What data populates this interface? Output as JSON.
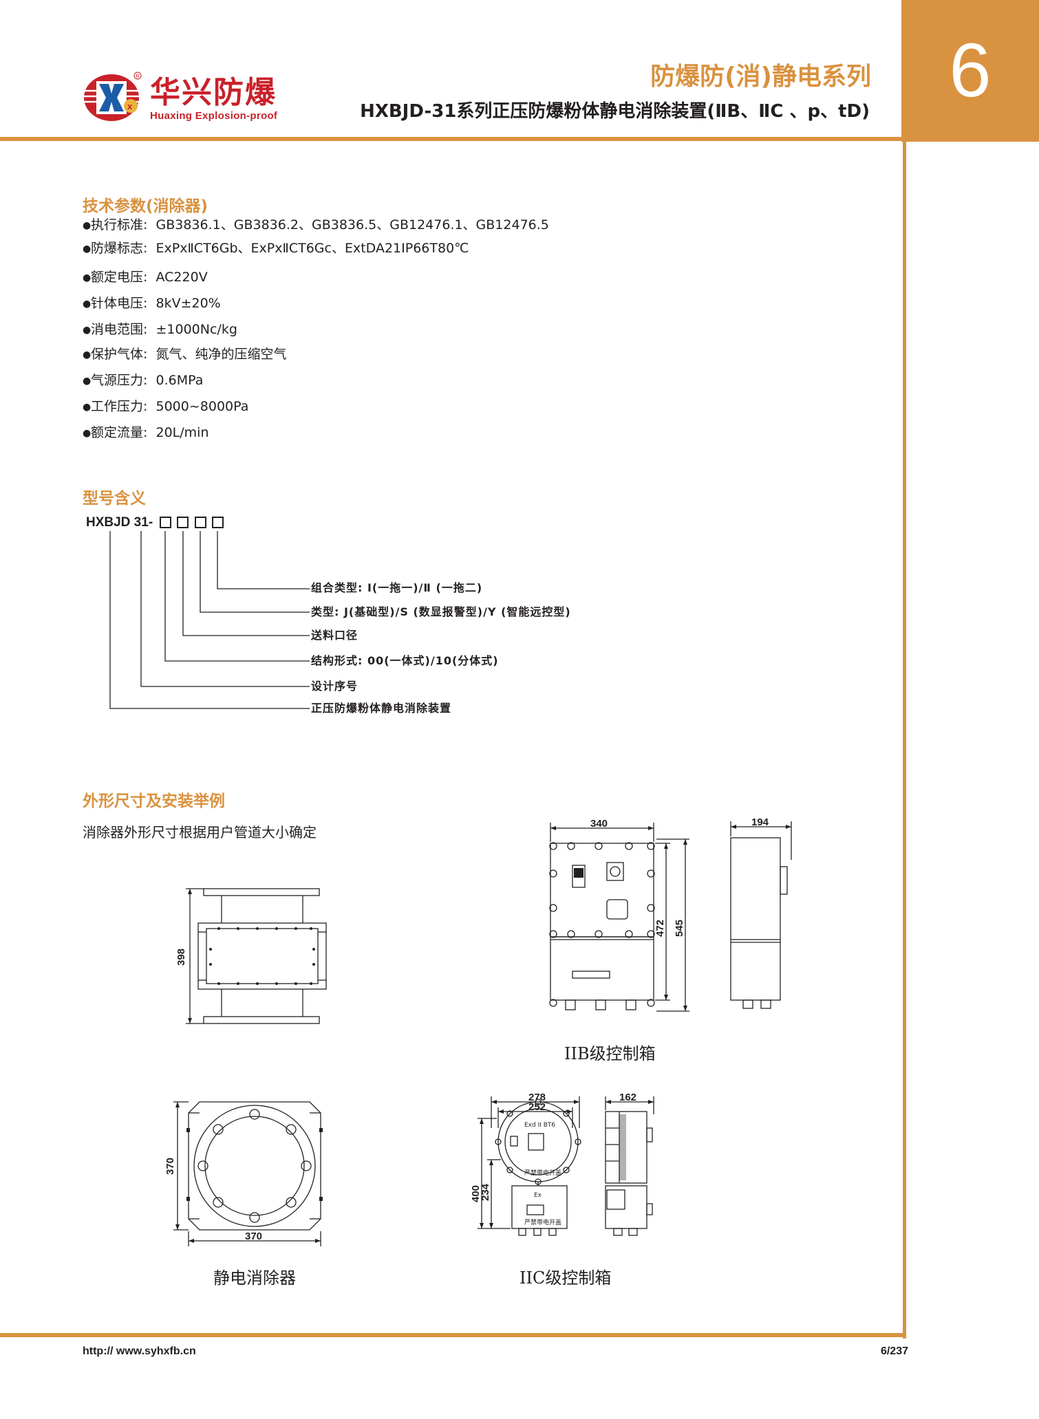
{
  "header": {
    "brand_cn": "华兴防爆",
    "brand_en": "Huaxing Explosion-proof",
    "series_title": "防爆防(消)静电系列",
    "product_title": "HXBJD-31系列正压防爆粉体静电消除装置(ⅡB、ⅡC 、p、tD)",
    "section_number": "6"
  },
  "tech": {
    "title": "技术参数(消除器)",
    "items": [
      {
        "label": "执行标准",
        "value": "GB3836.1、GB3836.2、GB3836.5、GB12476.1、GB12476.5"
      },
      {
        "label": "防爆标志",
        "value": "ExPxⅡCT6Gb、ExPxⅡCT6Gc、ExtDA21IP66T80℃"
      },
      {
        "label": "额定电压",
        "value": "AC220V"
      },
      {
        "label": "针体电压",
        "value": "8kV±20%"
      },
      {
        "label": "消电范围",
        "value": "±1000Nc/kg"
      },
      {
        "label": "保护气体",
        "value": "氮气、纯净的压缩空气"
      },
      {
        "label": "气源压力",
        "value": "0.6MPa"
      },
      {
        "label": "工作压力",
        "value": "5000~8000Pa"
      },
      {
        "label": "额定流量",
        "value": "20L/min"
      }
    ]
  },
  "model": {
    "title": "型号含义",
    "code": "HXBJD 31-",
    "meanings": [
      "组合类型: Ⅰ(一拖一)/Ⅱ (一拖二)",
      "类型: J(基础型)/S (数显报警型)/Y (智能远控型)",
      "送料口径",
      "结构形式: 00(一体式)/10(分体式)",
      "设计序号",
      "正压防爆粉体静电消除装置"
    ]
  },
  "dims": {
    "title": "外形尺寸及安装举例",
    "note": "消除器外形尺寸根据用户管道大小确定",
    "eliminator_side_h": "398",
    "eliminator_front_h": "370",
    "eliminator_front_w": "370",
    "iib_w": "340",
    "iib_h1": "472",
    "iib_h2": "545",
    "iib_depth": "194",
    "iic_w1": "278",
    "iic_w2": "252",
    "iic_h1": "400",
    "iic_h2": "234",
    "iic_depth": "162",
    "iic_label1": "Exd II BT6",
    "iic_label2": "Ex",
    "iic_label3": "严禁带电开盖",
    "caption_iib": "IIB级控制箱",
    "caption_eliminator": "静电消除器",
    "caption_iic": "IIC级控制箱"
  },
  "footer": {
    "url": "http:// www.syhxfb.cn",
    "page": "6/237"
  },
  "colors": {
    "accent": "#d9923f",
    "brand_red": "#c9212a",
    "text": "#231f20"
  }
}
